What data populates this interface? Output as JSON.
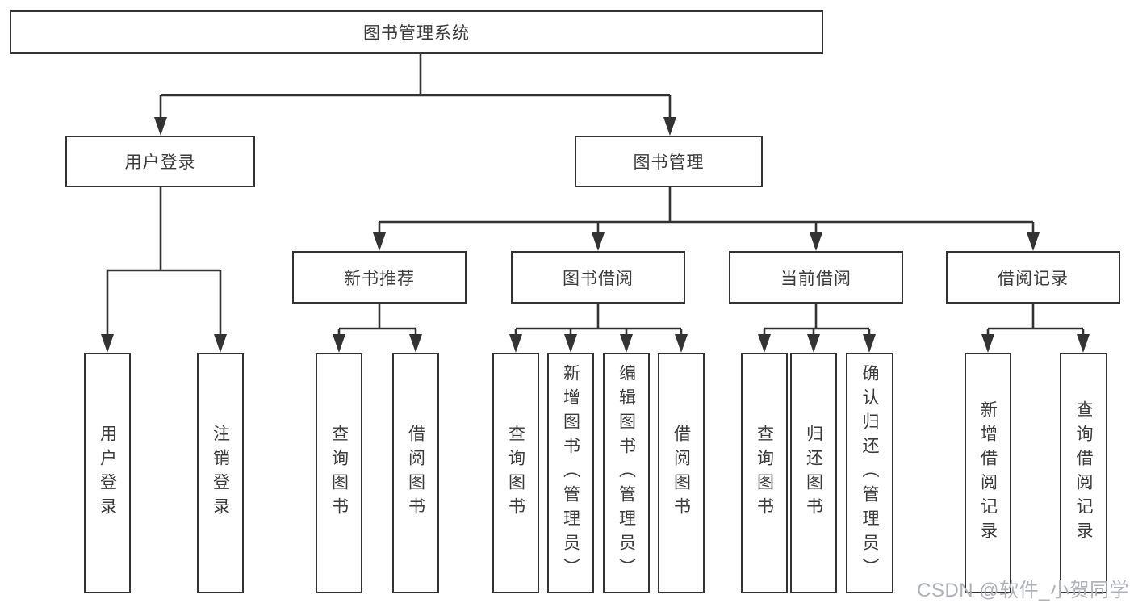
{
  "diagram_title": "图书管理系统",
  "colors": {
    "line": "#333333",
    "text": "#3b3b3b",
    "watermark": "#afb3b8",
    "background": "#ffffff"
  },
  "watermark": "CSDN @软件_小贺同学",
  "tree": {
    "root": "图书管理系统",
    "branches": [
      {
        "label": "用户登录",
        "children": [
          "用户登录",
          "注销登录"
        ]
      },
      {
        "label": "图书管理",
        "children": [
          {
            "label": "新书推荐",
            "children": [
              "查询图书",
              "借阅图书"
            ]
          },
          {
            "label": "图书借阅",
            "children": [
              "查询图书",
              "新增图书（管理员）",
              "编辑图书（管理员）",
              "借阅图书"
            ]
          },
          {
            "label": "当前借阅",
            "children": [
              "查询图书",
              "归还图书",
              "确认归还（管理员）"
            ]
          },
          {
            "label": "借阅记录",
            "children": [
              "新增借阅记录",
              "查询借阅记录"
            ]
          }
        ]
      }
    ]
  }
}
